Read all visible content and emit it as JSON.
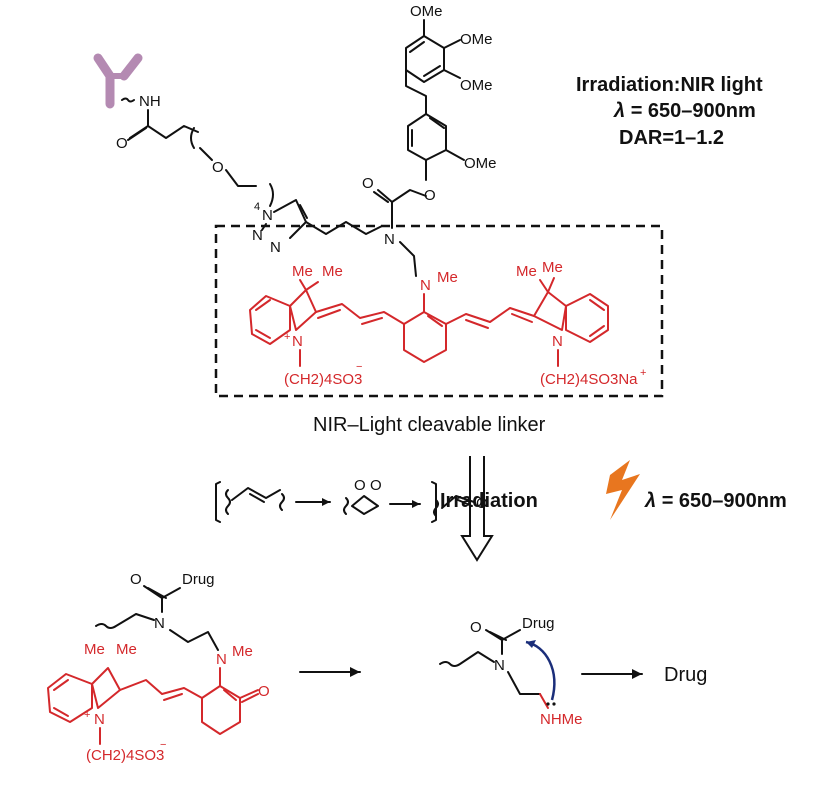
{
  "irradiation": {
    "title": "Irradiation:NIR light",
    "lambda_symbol": "λ",
    "lambda_value": "= 650–900nm",
    "dar": "DAR=1–1.2"
  },
  "linker_caption": "NIR–Light cleavable linker",
  "mechanism": {
    "step_label": "Irradiation",
    "lambda_symbol": "λ",
    "lambda_value": "= 650–900nm"
  },
  "atoms": {
    "methoxy": "OMe",
    "nh": "NH",
    "oxygen": "O",
    "nitrogen": "N",
    "methyl": "Me",
    "sulfonate_chain": "(CH2)4SO3",
    "sulfonate_chain_na": "(CH2)4SO3Na",
    "charge_plus": "+",
    "charge_minus": "−",
    "drug": "Drug",
    "nhme": "NHMe",
    "peg_n": "4"
  },
  "final_product": "Drug",
  "colors": {
    "cyanine": "#d4282b",
    "antibody": "#b48ab2",
    "bolt": "#e8761f",
    "cyclization_arrow": "#1b2e7a",
    "ink": "#111111"
  },
  "icons": [
    "antibody-icon",
    "lightning-bolt-icon",
    "reaction-arrow-icon"
  ]
}
